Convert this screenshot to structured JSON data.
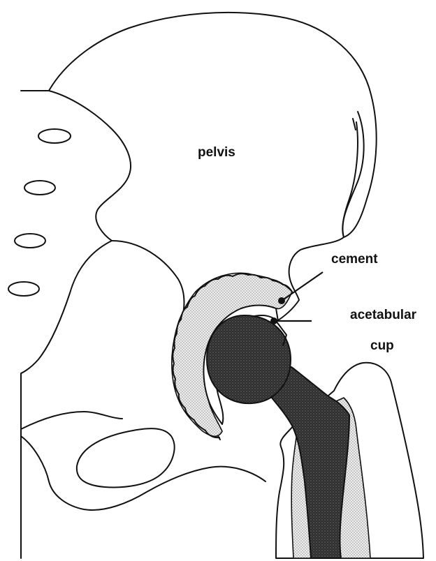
{
  "labels": {
    "pelvis": "pelvis",
    "cement": "cement",
    "acetabular": "acetabular",
    "cup": "cup"
  }
}
